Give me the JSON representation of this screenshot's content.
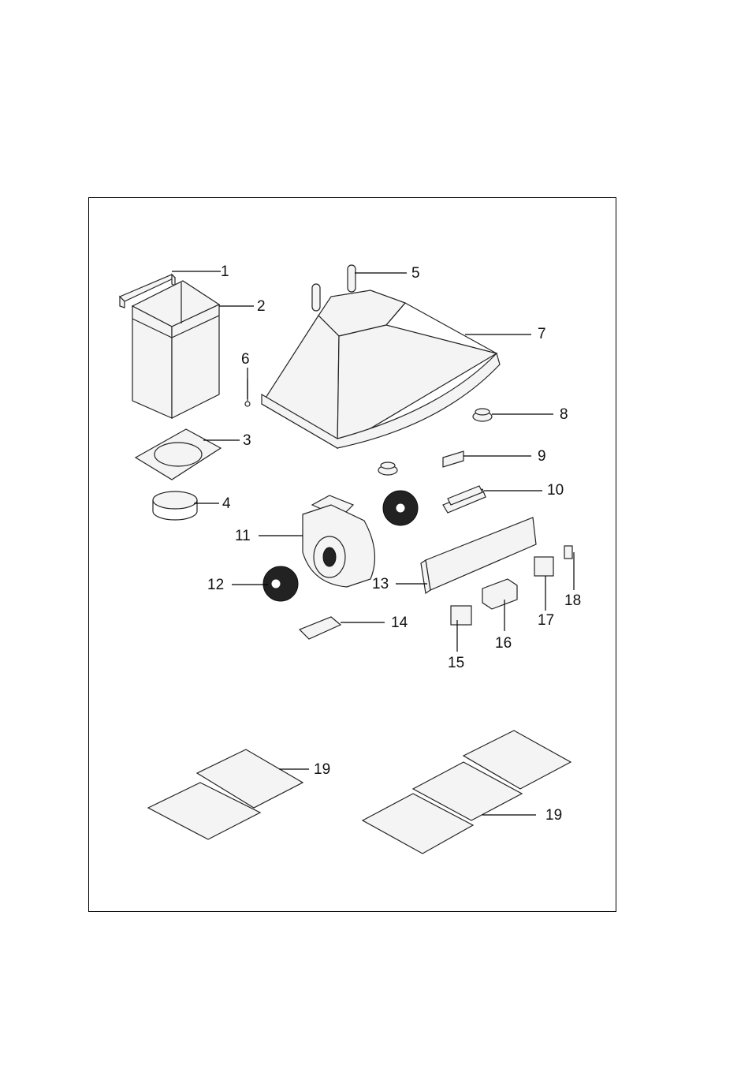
{
  "callouts": [
    {
      "id": "1",
      "label": "1"
    },
    {
      "id": "2",
      "label": "2"
    },
    {
      "id": "3",
      "label": "3"
    },
    {
      "id": "4",
      "label": "4"
    },
    {
      "id": "5",
      "label": "5"
    },
    {
      "id": "6",
      "label": "6"
    },
    {
      "id": "7",
      "label": "7"
    },
    {
      "id": "8",
      "label": "8"
    },
    {
      "id": "9",
      "label": "9"
    },
    {
      "id": "10",
      "label": "10"
    },
    {
      "id": "11",
      "label": "11"
    },
    {
      "id": "12",
      "label": "12"
    },
    {
      "id": "13",
      "label": "13"
    },
    {
      "id": "14",
      "label": "14"
    },
    {
      "id": "15",
      "label": "15"
    },
    {
      "id": "16",
      "label": "16"
    },
    {
      "id": "17",
      "label": "17"
    },
    {
      "id": "18",
      "label": "18"
    },
    {
      "id": "19a",
      "label": "19"
    },
    {
      "id": "19b",
      "label": "19"
    }
  ]
}
